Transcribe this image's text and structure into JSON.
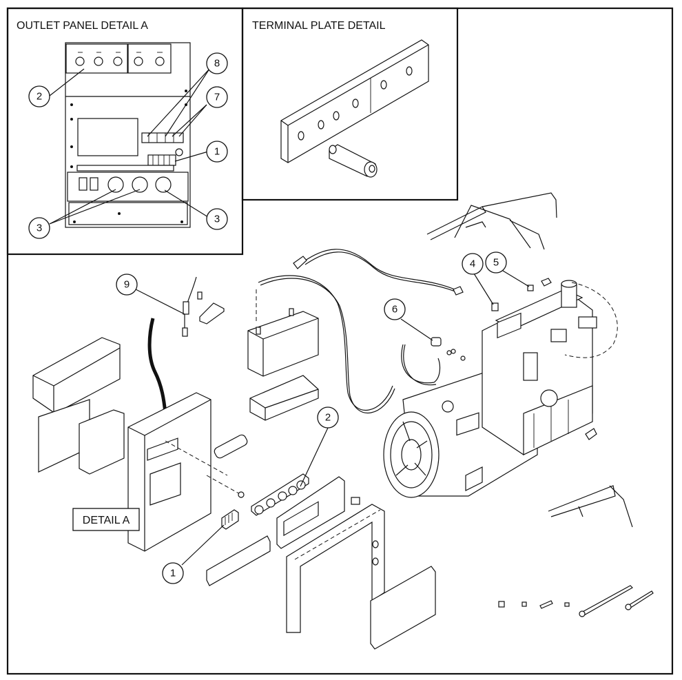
{
  "panels": {
    "outlet_detail_title": "OUTLET PANEL DETAIL A",
    "terminal_detail_title": "TERMINAL PLATE DETAIL",
    "detail_a_label": "DETAIL A"
  },
  "callouts": {
    "c1a": "1",
    "c2a": "2",
    "c3a": "3",
    "c3b": "3",
    "c7": "7",
    "c8": "8",
    "c1b": "1",
    "c2b": "2",
    "c4": "4",
    "c5": "5",
    "c6": "6",
    "c9": "9"
  },
  "colors": {
    "line": "#111111",
    "background": "#ffffff",
    "fill": "#e9e9e9"
  }
}
